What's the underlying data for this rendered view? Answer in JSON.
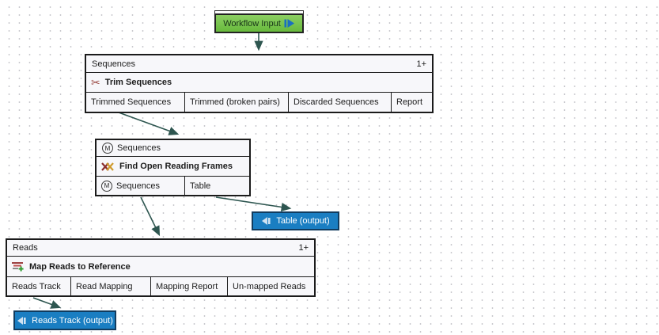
{
  "palette": {
    "input_green": "#72bf44",
    "output_blue": "#1a7ec2",
    "output_border": "#113c5f",
    "connector": "#2e5650",
    "node_background": "#f7f7fa",
    "node_border": "#1b1b1b",
    "grid_dot": "#c9c9ce"
  },
  "workflow_input": {
    "label": "Workflow Input"
  },
  "nodes": {
    "trim": {
      "input": "Sequences",
      "cardinality": "1+",
      "title": "Trim Sequences",
      "outputs": [
        "Trimmed Sequences",
        "Trimmed (broken pairs)",
        "Discarded Sequences",
        "Report"
      ]
    },
    "orf": {
      "badge": "M",
      "input": "Sequences",
      "title": "Find Open Reading Frames",
      "outputs": [
        "Sequences",
        "Table"
      ]
    },
    "map": {
      "input": "Reads",
      "cardinality": "1+",
      "title": "Map Reads to Reference",
      "outputs": [
        "Reads Track",
        "Read Mapping",
        "Mapping Report",
        "Un-mapped Reads"
      ]
    }
  },
  "outputs": {
    "table": {
      "label": "Table (output)"
    },
    "reads_track": {
      "label": "Reads Track (output)"
    }
  }
}
